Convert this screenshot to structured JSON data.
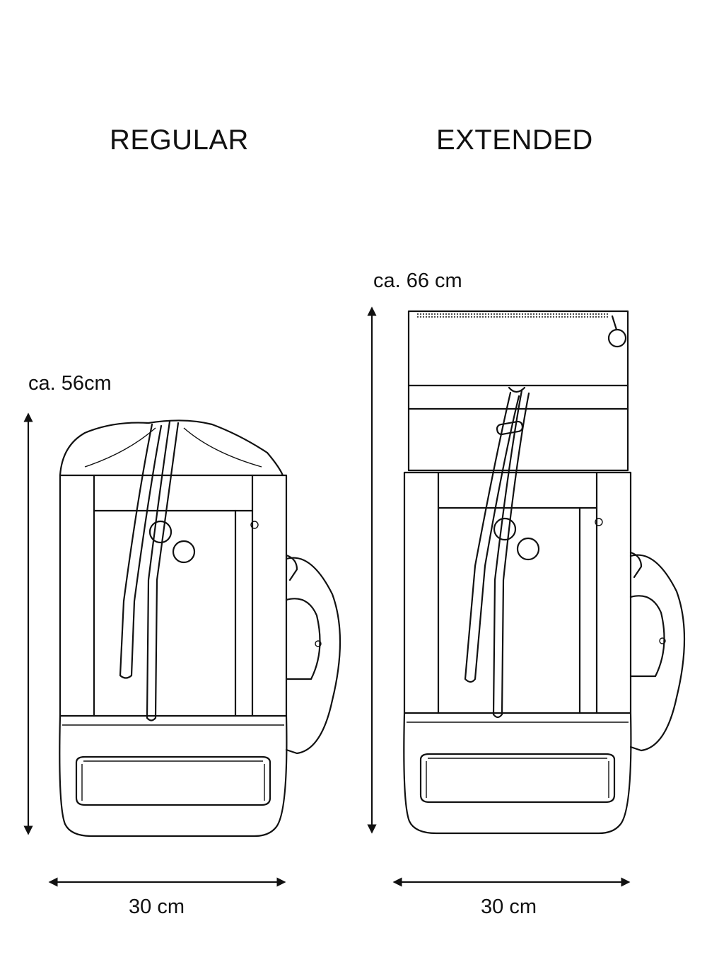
{
  "variants": [
    {
      "title": "REGULAR",
      "height_label": "ca. 56cm",
      "width_label": "30 cm"
    },
    {
      "title": "EXTENDED",
      "height_label": "ca. 66 cm",
      "width_label": "30 cm"
    }
  ],
  "colors": {
    "line": "#111111",
    "background": "#ffffff"
  }
}
